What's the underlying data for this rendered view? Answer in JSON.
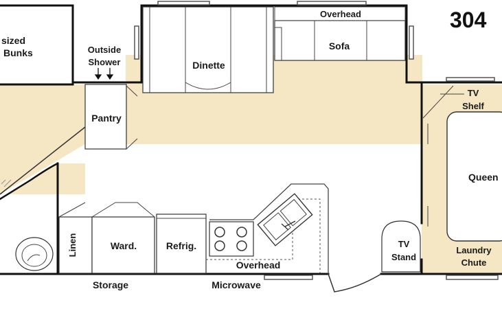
{
  "model_number": "304",
  "colors": {
    "floor": "#f5e6c4",
    "wall": "#111111",
    "furniture_fill": "#ffffff",
    "line": "#333333"
  },
  "labels": {
    "bunks_line1": "sized",
    "bunks_line2": "Bunks",
    "outside_shower_line1": "Outside",
    "outside_shower_line2": "Shower",
    "dinette": "Dinette",
    "overhead_top": "Overhead",
    "sofa": "Sofa",
    "pantry": "Pantry",
    "tv_shelf_line1": "TV",
    "tv_shelf_line2": "Shelf",
    "queen": "Queen",
    "linen": "Linen",
    "ward": "Ward.",
    "refrig": "Refrig.",
    "overhead_bottom": "Overhead",
    "tv_stand_line1": "TV",
    "tv_stand_line2": "Stand",
    "laundry_line1": "Laundry",
    "laundry_line2": "Chute",
    "storage": "Storage",
    "microwave": "Microwave"
  }
}
